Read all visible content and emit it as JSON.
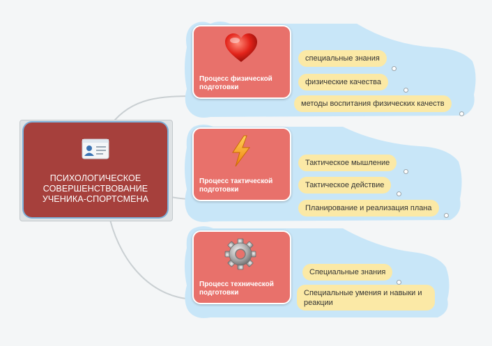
{
  "central": {
    "title": "ПСИХОЛОГИЧЕСКОЕ СОВЕРШЕНСТВОВАНИЕ УЧЕНИКА-СПОРТСМЕНА",
    "icon": "id-card-icon"
  },
  "branches": [
    {
      "label": "Процесс физической подготовки",
      "icon": "heart-icon",
      "topics": [
        "специальные знания",
        "физические качества",
        "методы воспитания физических качеств"
      ]
    },
    {
      "label": "Процесс тактической подготовки",
      "icon": "lightning-icon",
      "topics": [
        "Тактическое мышление",
        "Тактическое действие",
        "Планирование и реализация плана"
      ]
    },
    {
      "label": "Процесс технической подготовки",
      "icon": "gear-icon",
      "topics": [
        "Специальные знания",
        "Специальные умения и навыки и реакции"
      ]
    }
  ],
  "colors": {
    "central": "#a6403c",
    "process": "#e8716b",
    "topic": "#fbe9a6",
    "cloud": "#c8e6f8",
    "connector": "#c9cfd2"
  }
}
